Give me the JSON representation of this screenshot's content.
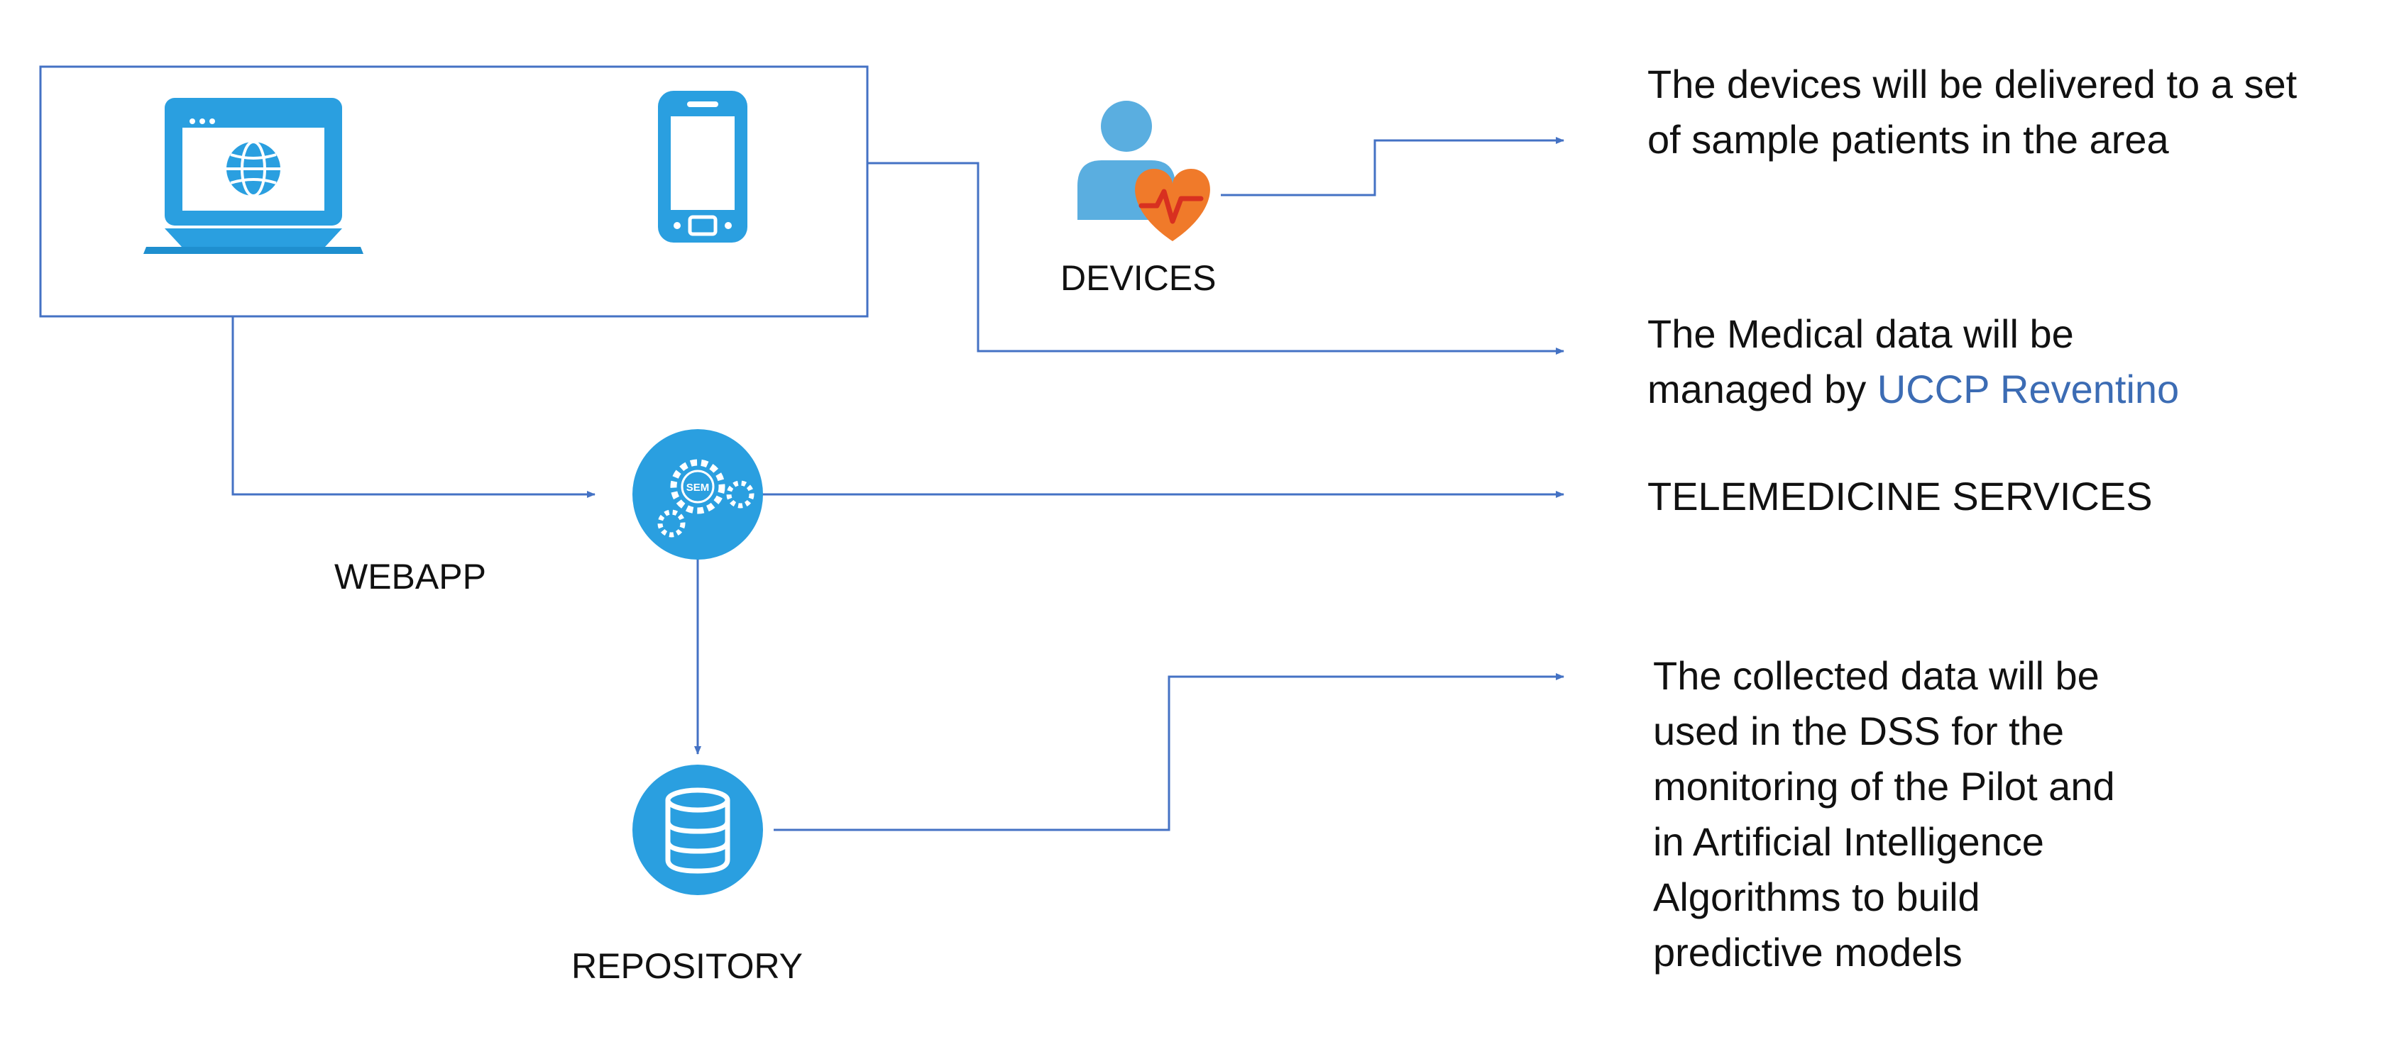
{
  "colors": {
    "connector": "#4472c4",
    "icon_blue": "#2a9fe0",
    "person_light_blue": "#5aaee0",
    "heart_red": "#d83020",
    "heart_orange": "#f07a2a",
    "text": "#111111",
    "accent_text": "#3c6cb4"
  },
  "nodes": {
    "devices": {
      "label": "DEVICES",
      "icon": "patient-heart-icon"
    },
    "webapp": {
      "label": "WEBAPP",
      "icon": "gears-icon",
      "icon_text": "SEM"
    },
    "repository": {
      "label": "REPOSITORY",
      "icon": "database-icon"
    },
    "client_box": {
      "icons": [
        "laptop-globe-icon",
        "smartphone-icon"
      ]
    }
  },
  "notes": {
    "devices_delivery": {
      "lines": [
        "The devices will be delivered to a set",
        "of sample patients in the area"
      ]
    },
    "medical_data": {
      "line1": "The Medical data will be",
      "line2_prefix": "managed by ",
      "line2_highlight": "UCCP Reventino"
    },
    "telemedicine": {
      "text": "TELEMEDICINE SERVICES"
    },
    "collected_data": {
      "lines": [
        "The collected data will be",
        "used in the DSS for the",
        "monitoring of the Pilot and",
        "in Artificial Intelligence",
        "Algorithms to build",
        "predictive models"
      ]
    }
  }
}
